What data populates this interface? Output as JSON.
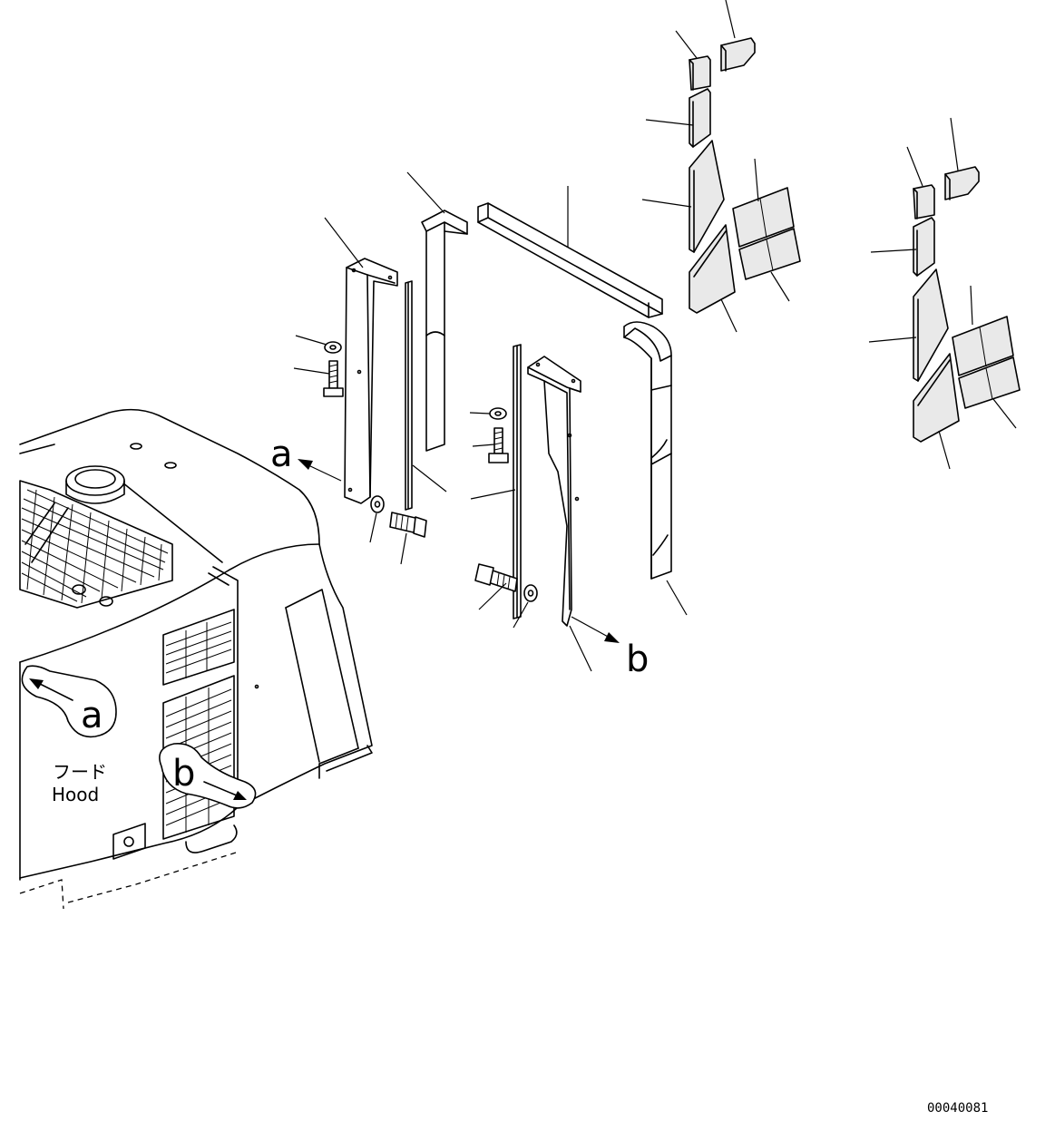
{
  "hood_label_ja": "フード",
  "hood_label_en": "Hood",
  "view_marker_a": "a",
  "view_marker_b": "b",
  "document_number": "00040081"
}
